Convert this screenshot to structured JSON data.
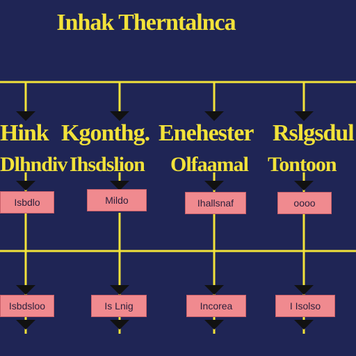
{
  "title": "Inhak Therntalnca",
  "colors": {
    "background": "#1f2555",
    "accent": "#f2e23a",
    "box_fill": "#f08a8f",
    "dark": "#111111"
  },
  "columns": [
    {
      "heading": "Hink",
      "subheading": "Dlhndiv",
      "box_top": "Isbdlo",
      "box_bottom": "Isbdsloo"
    },
    {
      "heading": "Kgonthg.",
      "subheading": "Ihsdslion",
      "box_top": "Mildo",
      "box_bottom": "Is Lnig"
    },
    {
      "heading": "Enehester",
      "subheading": "Olfaamal",
      "box_top": "Ihallsnaf",
      "box_bottom": "Incorea"
    },
    {
      "heading": "Rslgsdul",
      "subheading": "Tontoon",
      "box_top": "oooo",
      "box_bottom": "I Isolso"
    }
  ]
}
